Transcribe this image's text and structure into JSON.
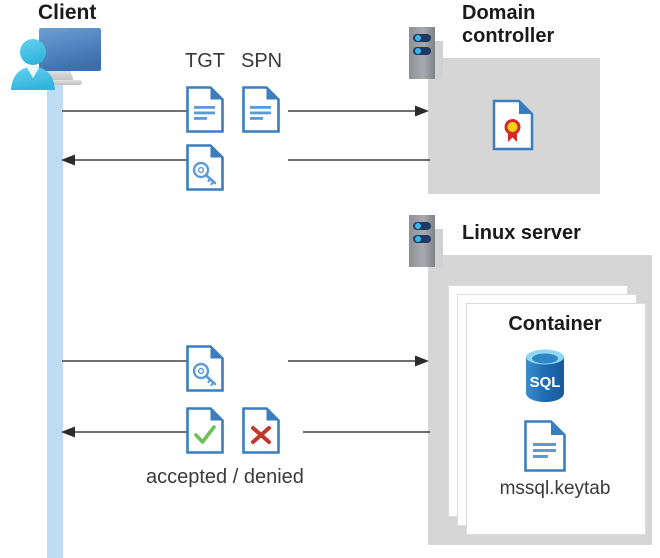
{
  "diagram": {
    "title_client": "Client",
    "title_domain_controller": "Domain\ncontroller",
    "title_domain_controller_line1": "Domain",
    "title_domain_controller_line2": "controller",
    "title_linux_server": "Linux server",
    "title_container": "Container",
    "label_tgt": "TGT",
    "label_spn": "SPN",
    "label_keytab": "mssql.keytab",
    "label_accepted_denied": "accepted / denied",
    "sql_icon_text": "SQL"
  },
  "icons": {
    "client_workstation": "user-monitor-icon",
    "server_rack_dc": "server-rack-icon",
    "server_rack_linux": "server-rack-icon",
    "document_tgt": "document-lines-icon",
    "document_spn": "document-lines-icon",
    "document_ticket_request": "document-key-icon",
    "document_ticket_response": "document-key-icon",
    "document_accepted": "document-check-icon",
    "document_denied": "document-cross-icon",
    "certificate": "certificate-document-icon",
    "sql_database": "sql-database-icon",
    "keytab_document": "document-lines-icon"
  },
  "flows": [
    {
      "name": "client-to-dc-request",
      "direction": "right"
    },
    {
      "name": "dc-to-client-response",
      "direction": "left"
    },
    {
      "name": "client-to-linux-request",
      "direction": "right"
    },
    {
      "name": "linux-to-client-result",
      "direction": "left"
    }
  ],
  "colors": {
    "panel_gray": "#d6d6d6",
    "lifeline_blue": "#bedcf4",
    "doc_blue": "#3a7ebf",
    "doc_fold_blue": "#2f7fd1",
    "accent_monitor": "#4a7ebb",
    "person_cyan": "#4ec3e8",
    "sql_blue": "#1f6eb5",
    "check_green": "#6ec05a",
    "cross_red": "#c0392b",
    "cert_gold": "#f7d117",
    "cert_red": "#d42b28",
    "rack_navy": "#1f3864",
    "rack_dot": "#39b7ec",
    "arrow_gray": "#404040",
    "text_dark": "#1a1a1a",
    "text_gray": "#3a3a3a"
  }
}
